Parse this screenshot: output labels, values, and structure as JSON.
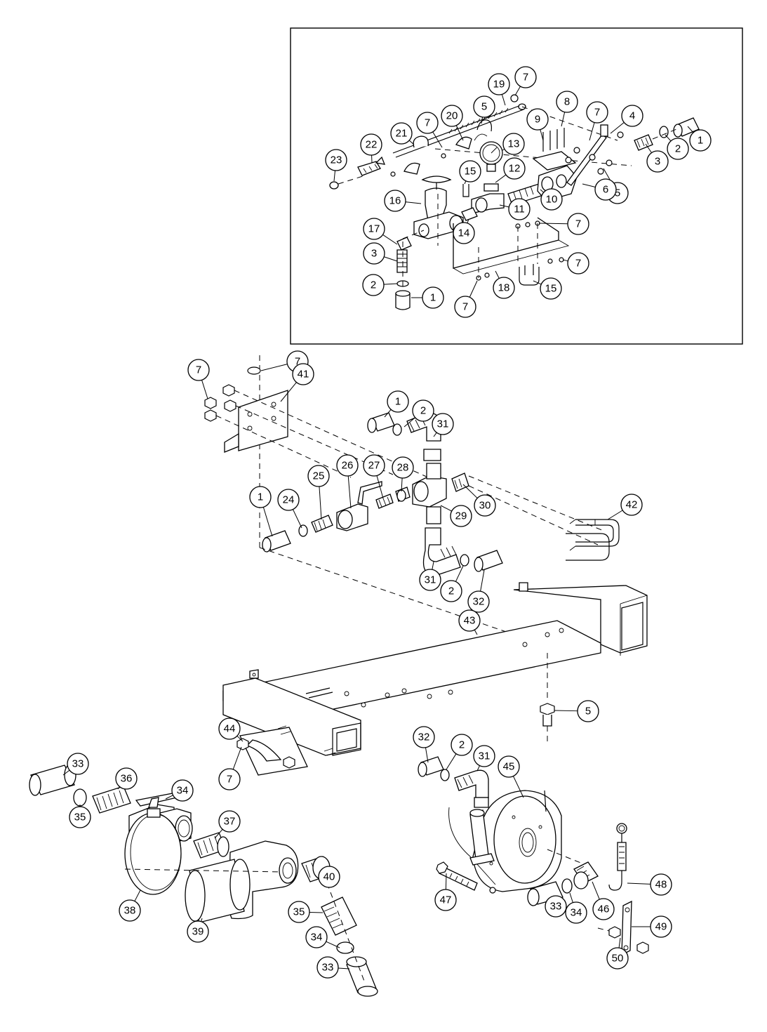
{
  "diagram": {
    "callouts": [
      {
        "label": "7"
      },
      {
        "label": "19"
      },
      {
        "label": "8"
      },
      {
        "label": "7"
      },
      {
        "label": "4"
      },
      {
        "label": "1"
      },
      {
        "label": "2"
      },
      {
        "label": "3"
      },
      {
        "label": "5"
      },
      {
        "label": "20"
      },
      {
        "label": "7"
      },
      {
        "label": "21"
      },
      {
        "label": "22"
      },
      {
        "label": "23"
      },
      {
        "label": "13"
      },
      {
        "label": "9"
      },
      {
        "label": "15"
      },
      {
        "label": "12"
      },
      {
        "label": "6"
      },
      {
        "label": "5"
      },
      {
        "label": "10"
      },
      {
        "label": "16"
      },
      {
        "label": "11"
      },
      {
        "label": "14"
      },
      {
        "label": "17"
      },
      {
        "label": "7"
      },
      {
        "label": "3"
      },
      {
        "label": "7"
      },
      {
        "label": "2"
      },
      {
        "label": "1"
      },
      {
        "label": "18"
      },
      {
        "label": "15"
      },
      {
        "label": "7"
      },
      {
        "label": "7"
      },
      {
        "label": "7"
      },
      {
        "label": "41"
      },
      {
        "label": "1"
      },
      {
        "label": "2"
      },
      {
        "label": "31"
      },
      {
        "label": "28"
      },
      {
        "label": "27"
      },
      {
        "label": "26"
      },
      {
        "label": "25"
      },
      {
        "label": "1"
      },
      {
        "label": "24"
      },
      {
        "label": "30"
      },
      {
        "label": "29"
      },
      {
        "label": "42"
      },
      {
        "label": "31"
      },
      {
        "label": "2"
      },
      {
        "label": "32"
      },
      {
        "label": "43"
      },
      {
        "label": "5"
      },
      {
        "label": "44"
      },
      {
        "label": "7"
      },
      {
        "label": "33"
      },
      {
        "label": "35"
      },
      {
        "label": "36"
      },
      {
        "label": "34"
      },
      {
        "label": "37"
      },
      {
        "label": "32"
      },
      {
        "label": "2"
      },
      {
        "label": "31"
      },
      {
        "label": "45"
      },
      {
        "label": "40"
      },
      {
        "label": "38"
      },
      {
        "label": "39"
      },
      {
        "label": "35"
      },
      {
        "label": "34"
      },
      {
        "label": "33"
      },
      {
        "label": "47"
      },
      {
        "label": "33"
      },
      {
        "label": "34"
      },
      {
        "label": "46"
      },
      {
        "label": "48"
      },
      {
        "label": "49"
      },
      {
        "label": "50"
      }
    ]
  }
}
